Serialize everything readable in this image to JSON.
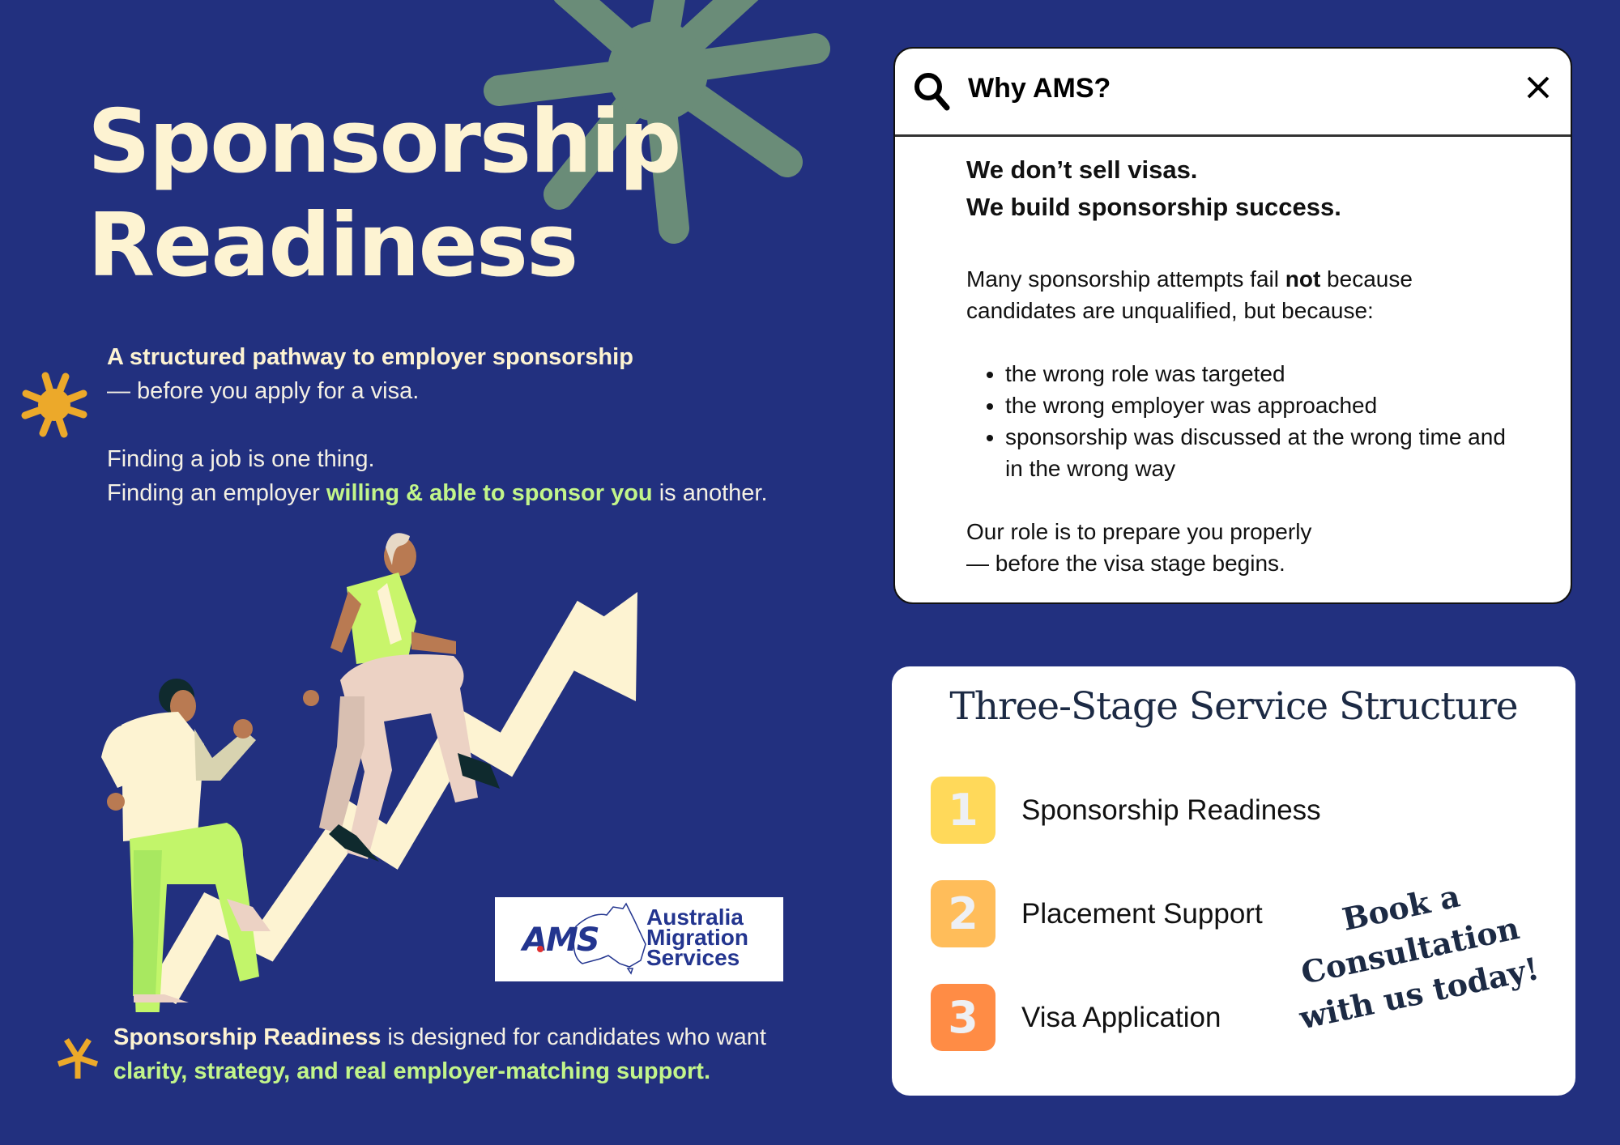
{
  "colors": {
    "background": "#22307f",
    "title": "#fdf3d2",
    "accent_green": "#c2f58a",
    "star_green": "#6a8c78",
    "sun_orange": "#eca92a",
    "badge_1": "#ffd95a",
    "badge_2": "#ffbd5a",
    "badge_3": "#ff8c45",
    "heading_navy": "#1c2a44"
  },
  "hero": {
    "title_line1": "Sponsorship",
    "title_line2": "Readiness"
  },
  "intro": {
    "tagline_bold": "A structured pathway to employer sponsorship",
    "tagline_rest": "— before you apply for a visa.",
    "line1": "Finding a job is one thing.",
    "line2_prefix": "Finding an employer ",
    "line2_highlight": "willing & able to sponsor you",
    "line2_suffix": " is another."
  },
  "logo": {
    "abbr": "AMS",
    "name_line1": "Australia",
    "name_line2": "Migration",
    "name_line3": "Services"
  },
  "footer": {
    "bold": "Sponsorship Readiness",
    "rest": " is designed for candidates who want",
    "highlight": "clarity, strategy, and real employer-matching support."
  },
  "why_card": {
    "title": "Why AMS?",
    "search_icon": "search-icon",
    "close_icon": "close-icon",
    "lead_line1": "We don’t sell visas.",
    "lead_line2": "We build sponsorship success.",
    "para1_prefix": "Many sponsorship attempts fail ",
    "para1_bold": "not",
    "para1_suffix": " because",
    "para1_line2": "candidates are unqualified, but because:",
    "reasons": [
      "the wrong role was targeted",
      "the wrong employer was approached",
      "sponsorship was discussed at the wrong time and in the wrong way"
    ],
    "closing_line1": "Our role is to prepare you properly",
    "closing_line2": "— before the visa stage begins."
  },
  "stages_card": {
    "title": "Three-Stage Service Structure",
    "stages": [
      {
        "number": "1",
        "label": "Sponsorship Readiness"
      },
      {
        "number": "2",
        "label": "Placement Support"
      },
      {
        "number": "3",
        "label": "Visa Application"
      }
    ],
    "cta_line1": "Book a",
    "cta_line2": "Consultation",
    "cta_line3": "with us today!"
  }
}
